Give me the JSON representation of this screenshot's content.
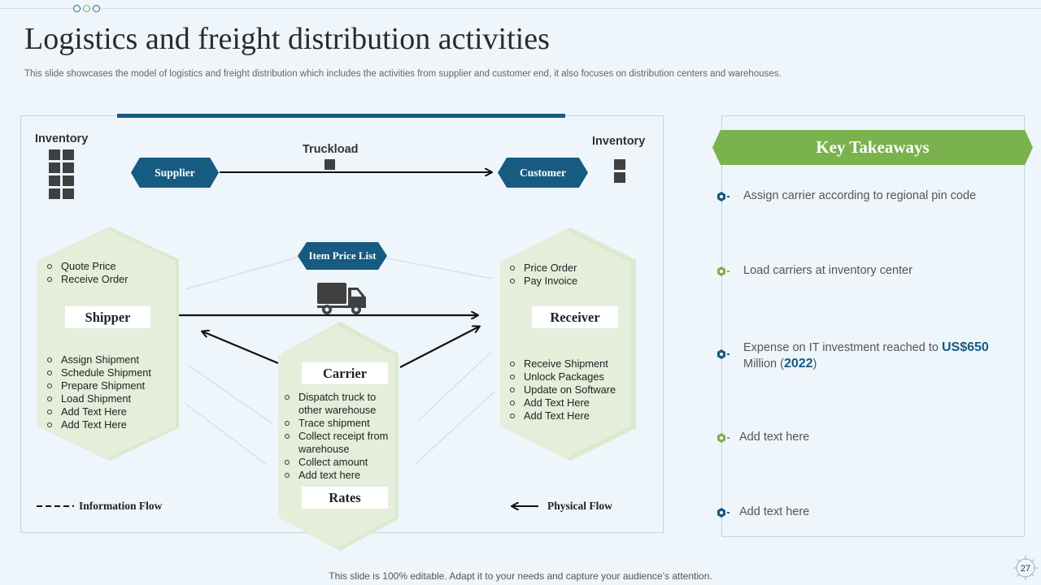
{
  "title": "Logistics and freight distribution activities",
  "subtitle": "This slide showcases the model of logistics and freight distribution which includes the activities from supplier and customer end, it also focuses on distribution centers and warehouses.",
  "diagram": {
    "inventory_left": "Inventory",
    "inventory_right": "Inventory",
    "truckload": "Truckload",
    "supplier": "Supplier",
    "customer": "Customer",
    "item_price_list": "Item Price List",
    "shipper": {
      "title": "Shipper",
      "top_items": [
        "Quote Price",
        "Receive  Order"
      ],
      "bottom_items": [
        "Assign Shipment",
        "Schedule Shipment",
        "Prepare  Shipment",
        "Load Shipment",
        "Add Text Here",
        "Add Text Here"
      ]
    },
    "receiver": {
      "title": "Receiver",
      "top_items": [
        "Price Order",
        "Pay Invoice"
      ],
      "bottom_items": [
        "Receive  Shipment",
        "Unlock Packages",
        "Update  on  Software",
        "Add Text  Here",
        "Add Text  Here"
      ]
    },
    "carrier": {
      "title": "Carrier",
      "items": [
        "Dispatch truck to other warehouse",
        "Trace  shipment",
        "Collect receipt from warehouse",
        "Collect amount",
        "Add text here"
      ],
      "rates": "Rates"
    },
    "information_flow": "Information  Flow",
    "physical_flow": "Physical Flow",
    "colors": {
      "accent_blue": "#175a82",
      "hex_green": "#dbe9cf",
      "accent_green": "#7ab24d"
    }
  },
  "key_takeaways": {
    "title": "Key Takeaways",
    "items": [
      {
        "icon": "hexagon-bullet-blue-icon",
        "text": "Assign carrier according to regional pin code"
      },
      {
        "icon": "hexagon-bullet-green-icon",
        "text": "Load carriers at inventory center"
      },
      {
        "icon": "hexagon-bullet-blue-icon",
        "text_before": "Expense on IT investment reached to ",
        "highlight": "US$650",
        "text_line2": "Million  (",
        "highlight2": "2022",
        "text_end": ")"
      },
      {
        "icon": "hexagon-bullet-green-icon",
        "text": "Add text here"
      },
      {
        "icon": "hexagon-bullet-blue-icon",
        "text": "Add text here"
      }
    ]
  },
  "footer": "This slide is 100% editable. Adapt it to your needs and capture your audience’s attention.",
  "page_number": "27"
}
